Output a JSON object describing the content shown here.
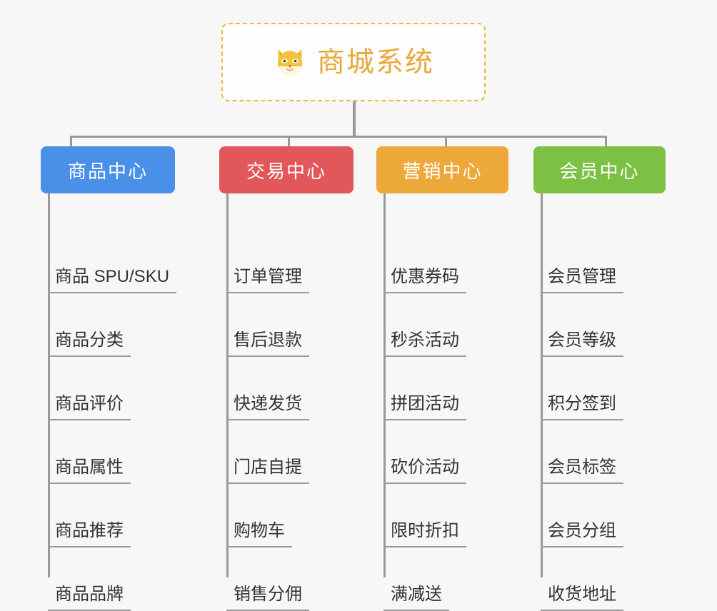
{
  "theme": {
    "background": "#f7f7f7",
    "line_color": "#9a9a9a",
    "root_border_color": "#f0b93e",
    "root_title_color": "#e8a93c",
    "leaf_text_color": "#333333"
  },
  "root": {
    "title": "商城系统",
    "icon": "shiba-dog-face-emoji"
  },
  "categories": [
    {
      "label": "商品中心",
      "color": "#4a90e8",
      "items": [
        "商品 SPU/SKU",
        "商品分类",
        "商品评价",
        "商品属性",
        "商品推荐",
        "商品品牌"
      ]
    },
    {
      "label": "交易中心",
      "color": "#e2575a",
      "items": [
        "订单管理",
        "售后退款",
        "快递发货",
        "门店自提",
        "购物车",
        "销售分佣"
      ]
    },
    {
      "label": "营销中心",
      "color": "#eda83a",
      "items": [
        "优惠券码",
        "秒杀活动",
        "拼团活动",
        "砍价活动",
        "限时折扣",
        "满减送"
      ]
    },
    {
      "label": "会员中心",
      "color": "#7cc044",
      "items": [
        "会员管理",
        "会员等级",
        "积分签到",
        "会员标签",
        "会员分组",
        "收货地址"
      ]
    }
  ]
}
